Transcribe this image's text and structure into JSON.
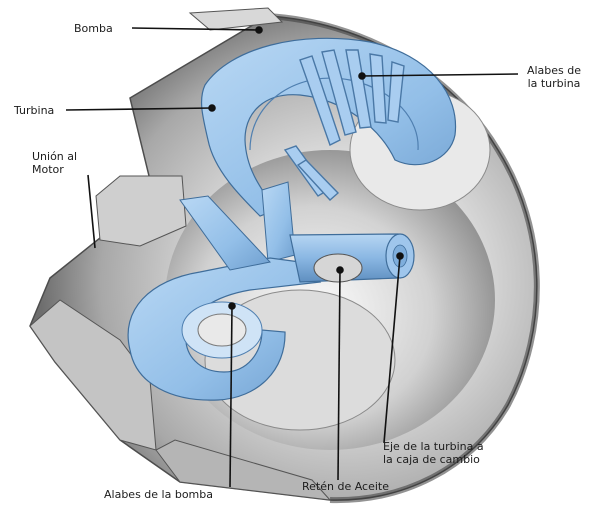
{
  "labels": {
    "bomba": "Bomba",
    "alabes_turbina_1": "Alabes de",
    "alabes_turbina_2": "la turbina",
    "turbina": "Turbina",
    "union_1": "Unión al",
    "union_2": "Motor",
    "eje_1": "Eje de la turbina a",
    "eje_2": "la caja de cambio",
    "reten": "Retén de Aceite",
    "alabes_bomba": "Alabes de la bomba"
  },
  "colors": {
    "background": "#ffffff",
    "housing_light": "#e4e4e4",
    "housing_mid": "#bdbdbd",
    "housing_dark": "#555555",
    "fluid_blue": "#9cc6ec",
    "fluid_blue_dark": "#6f9fcf",
    "leader_line": "#111111"
  }
}
